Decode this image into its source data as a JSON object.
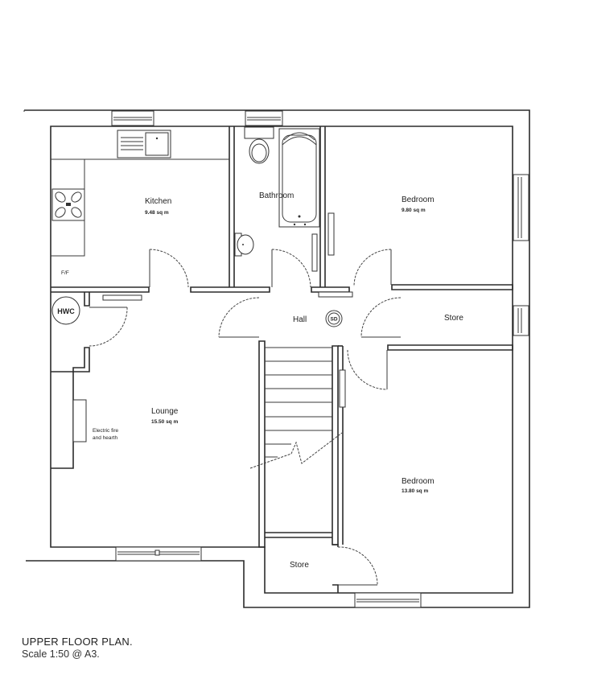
{
  "drawing": {
    "title": "UPPER FLOOR  PLAN.",
    "scale": "Scale 1:50 @ A3."
  },
  "rooms": {
    "kitchen": {
      "name": "Kitchen",
      "area": "9.48 sq m"
    },
    "bathroom": {
      "name": "Bathroom"
    },
    "bedroom_1": {
      "name": "Bedroom",
      "area": "9.80 sq m"
    },
    "hall": {
      "name": "Hall"
    },
    "store_1": {
      "name": "Store"
    },
    "lounge": {
      "name": "Lounge",
      "area": "15.50 sq m"
    },
    "bedroom_2": {
      "name": "Bedroom",
      "area": "13.80 sq m"
    },
    "store_2": {
      "name": "Store"
    }
  },
  "annotations": {
    "hwc": "HWC",
    "fridge_freezer": "F/F",
    "smoke_detector": "SD",
    "fireplace_line1": "Electric fire",
    "fireplace_line2": "and hearth"
  },
  "colors": {
    "line": "#2b2b2b",
    "background": "#ffffff"
  }
}
